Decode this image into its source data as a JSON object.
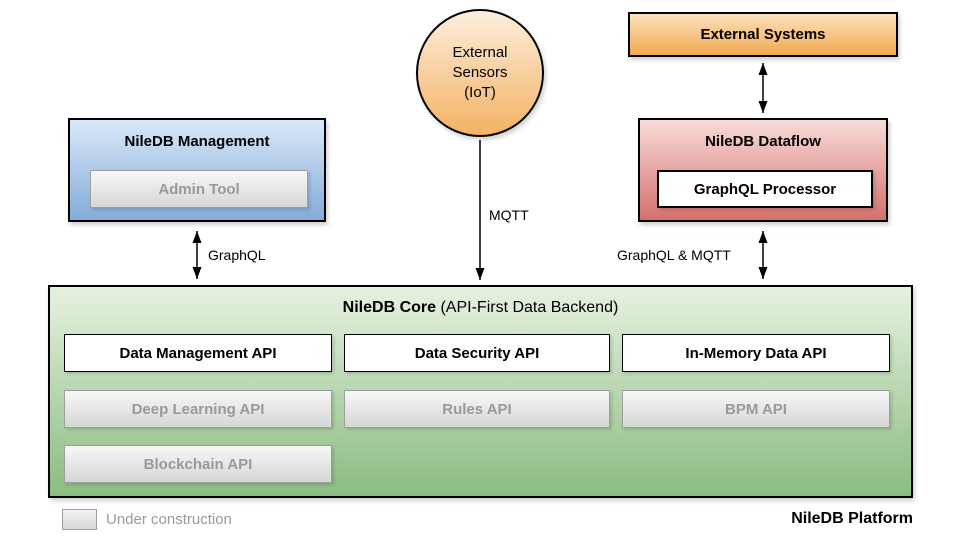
{
  "nodes": {
    "external_sensors": {
      "label": "External\nSensors\n(IoT)"
    },
    "external_systems": {
      "label": "External Systems"
    },
    "management": {
      "title": "NileDB Management",
      "admin_tool": "Admin Tool"
    },
    "dataflow": {
      "title": "NileDB Dataflow",
      "processor": "GraphQL Processor"
    },
    "core": {
      "title_bold": "NileDB Core",
      "title_rest": " (API-First Data Backend)",
      "apis_active": [
        "Data Management API",
        "Data Security API",
        "In-Memory Data API"
      ],
      "apis_construction": [
        "Deep Learning API",
        "Rules API",
        "BPM API",
        "Blockchain API"
      ]
    }
  },
  "edges": {
    "graphql_label": "GraphQL",
    "mqtt_label": "MQTT",
    "graphql_mqtt_label": "GraphQL & MQTT"
  },
  "legend": {
    "label": "Under construction"
  },
  "footer": {
    "label": "NileDB Platform"
  },
  "colors": {
    "orange_top": "#fdeedd",
    "orange_bottom": "#f2b263",
    "blue_top": "#d9e8f8",
    "blue_bottom": "#84abd9",
    "red_top": "#f7dbd9",
    "red_bottom": "#d4706c",
    "green_top": "#e6f1e0",
    "green_bottom": "#8abc80",
    "gray_box_text": "#999999",
    "border": "#000000"
  }
}
